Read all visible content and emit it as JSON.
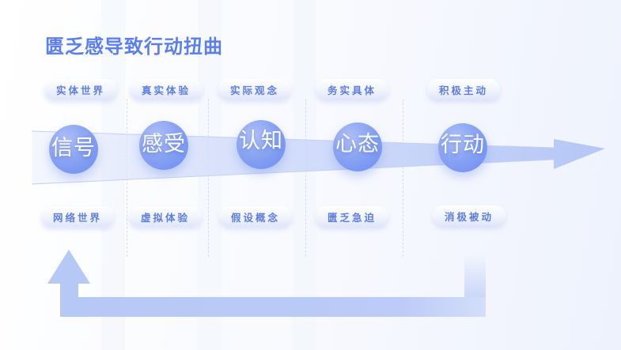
{
  "title": "匮乏感导致行动扭曲",
  "colors": {
    "accent": "#5b7ff0",
    "node_fill": "#8aa4f3",
    "arrow_fill": "#b6c8f6",
    "pill_text": "#5d7ee8"
  },
  "stages": [
    {
      "node": "信号",
      "top_label": "实体世界",
      "bottom_label": "网络世界"
    },
    {
      "node": "感受",
      "top_label": "真实体验",
      "bottom_label": "虚拟体验"
    },
    {
      "node": "认知",
      "top_label": "实际观念",
      "bottom_label": "假设概念"
    },
    {
      "node": "心态",
      "top_label": "务实具体",
      "bottom_label": "匮乏急迫"
    },
    {
      "node": "行动",
      "top_label": "积极主动",
      "bottom_label": "消极被动"
    }
  ],
  "icons": {
    "main_flow": "right-arrow-icon",
    "feedback_loop": "loop-back-arrow-icon"
  }
}
